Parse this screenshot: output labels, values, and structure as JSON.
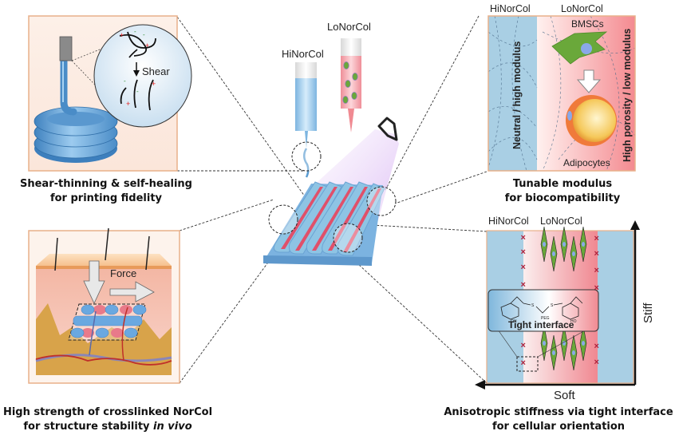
{
  "panels": {
    "top_left": {
      "inset_label": "Shear",
      "caption_line1": "Shear-thinning & self-healing",
      "caption_line2": "for printing fidelity"
    },
    "center": {
      "nozzle_high": "HiNorCol",
      "nozzle_low": "LoNorCol"
    },
    "top_right": {
      "col_left": "HiNorCol",
      "col_right": "LoNorCol",
      "cell_top": "BMSCs",
      "cell_bottom": "Adipocytes",
      "vertical_left": "Neutral / high modulus",
      "vertical_right": "High porosity / low modulus",
      "caption_line1": "Tunable modulus",
      "caption_line2": "for biocompatibility"
    },
    "bottom_left": {
      "force_label": "Force",
      "caption_line1": "High strength of crosslinked NorCol",
      "caption_line2_prefix": "for structure stability ",
      "caption_line2_italic": "in vivo"
    },
    "bottom_right": {
      "col_left": "HiNorCol",
      "col_right": "LoNorCol",
      "inset_label": "Tight interface",
      "axis_y": "Stiff",
      "axis_x": "Soft",
      "caption_line1": "Anisotropic stiffness via tight interface",
      "caption_line2": "for cellular orientation"
    }
  },
  "colors": {
    "panel_border": "#e8b08a",
    "hydrogel_blue": "#8ec4e4",
    "lo_pink": "#f08a92",
    "cell_green": "#6aa83a",
    "cross_red": "#b0203a"
  }
}
